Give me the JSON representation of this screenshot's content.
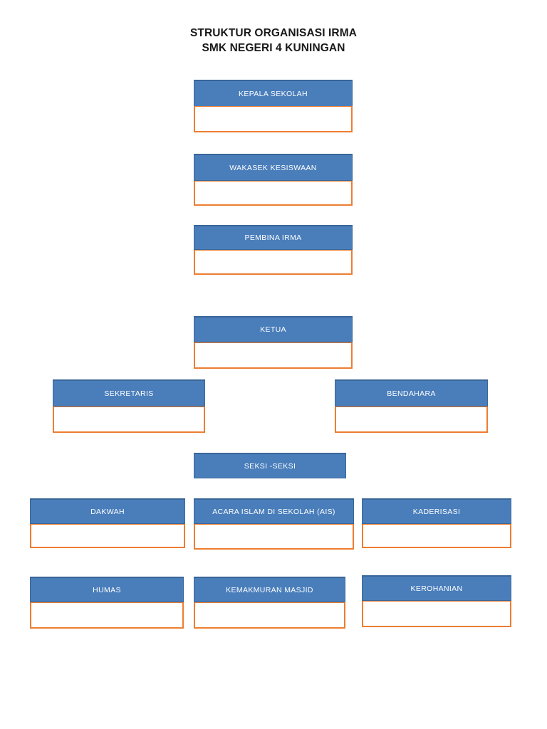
{
  "title": {
    "line1": "STRUKTUR ORGANISASI IRMA",
    "line2": "SMK NEGERI 4 KUNINGAN"
  },
  "colors": {
    "header_blue": "#4A7EBB",
    "header_blue_border": "#3A6698",
    "field_orange": "#ED7D31",
    "field_fill": "#FFFFFF",
    "title_text": "#1A1A1A",
    "header_text": "#FFFFFF",
    "page_background": "#FFFFFF"
  },
  "nodes": [
    {
      "id": "kepala-sekolah",
      "label": "KEPALA SEKOLAH",
      "value": "",
      "has_field": true
    },
    {
      "id": "wakasek-kesiswaan",
      "label": "WAKASEK KESISWAAN",
      "value": "",
      "has_field": true
    },
    {
      "id": "pembina-irma",
      "label": "PEMBINA IRMA",
      "value": "",
      "has_field": true
    },
    {
      "id": "ketua",
      "label": "KETUA",
      "value": "",
      "has_field": true
    },
    {
      "id": "sekretaris",
      "label": "SEKRETARIS",
      "value": "",
      "has_field": true
    },
    {
      "id": "bendahara",
      "label": "BENDAHARA",
      "value": "",
      "has_field": true
    },
    {
      "id": "seksi-seksi",
      "label": "SEKSI -SEKSI",
      "value": "",
      "has_field": false
    },
    {
      "id": "dakwah",
      "label": "DAKWAH",
      "value": "",
      "has_field": true
    },
    {
      "id": "ais",
      "label": "ACARA ISLAM DI SEKOLAH (AIS)",
      "value": "",
      "has_field": true
    },
    {
      "id": "kaderisasi",
      "label": "KADERISASI",
      "value": "",
      "has_field": true
    },
    {
      "id": "humas",
      "label": "HUMAS",
      "value": "",
      "has_field": true
    },
    {
      "id": "kemakmuran-masjid",
      "label": "KEMAKMURAN MASJID",
      "value": "",
      "has_field": true
    },
    {
      "id": "kerohanian",
      "label": "KEROHANIAN",
      "value": "",
      "has_field": true
    }
  ]
}
